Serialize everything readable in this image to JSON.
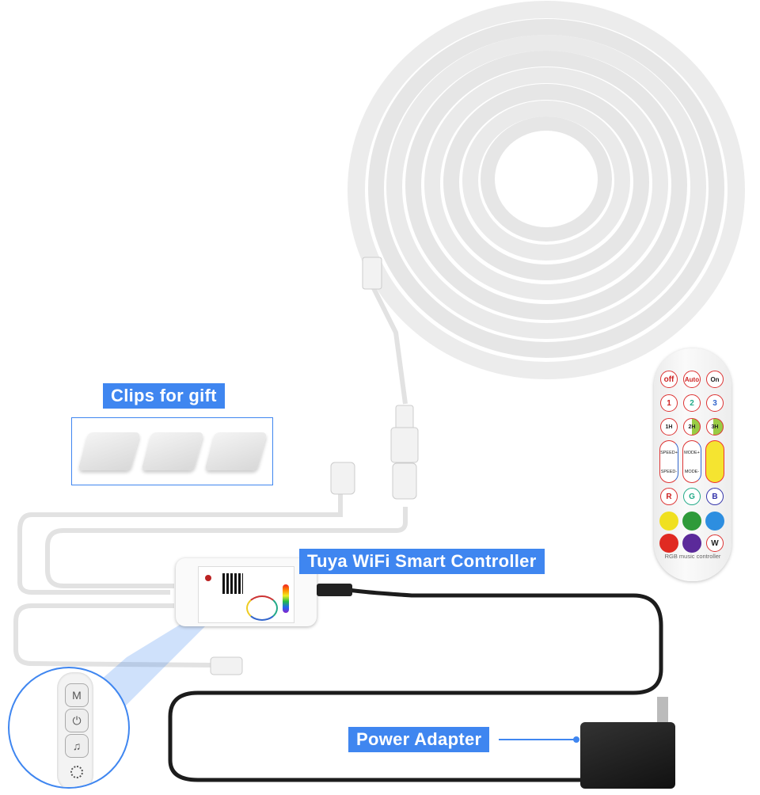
{
  "labels": {
    "clips": "Clips for gift",
    "controller": "Tuya WiFi Smart Controller",
    "adapter": "Power Adapter"
  },
  "remote": {
    "row1": [
      "off",
      "Auto",
      "On"
    ],
    "row2": [
      "1",
      "2",
      "3"
    ],
    "row3": [
      "1H",
      "2H",
      "3H"
    ],
    "speed_up": "SPEED+",
    "speed_down": "SPEED-",
    "mode_up": "MODE+",
    "mode_down": "MODE-",
    "rgb": [
      "R",
      "G",
      "B"
    ],
    "white": "W",
    "footer": "RGB music controller",
    "color_dots": [
      "#f0e020",
      "#2e9a3a",
      "#2d8ee0",
      "#e02a22",
      "#5b2a9a"
    ]
  },
  "side_buttons": {
    "mode": "M",
    "power": "⏻",
    "music": "♫"
  },
  "colors": {
    "accent": "#3f86f0"
  }
}
